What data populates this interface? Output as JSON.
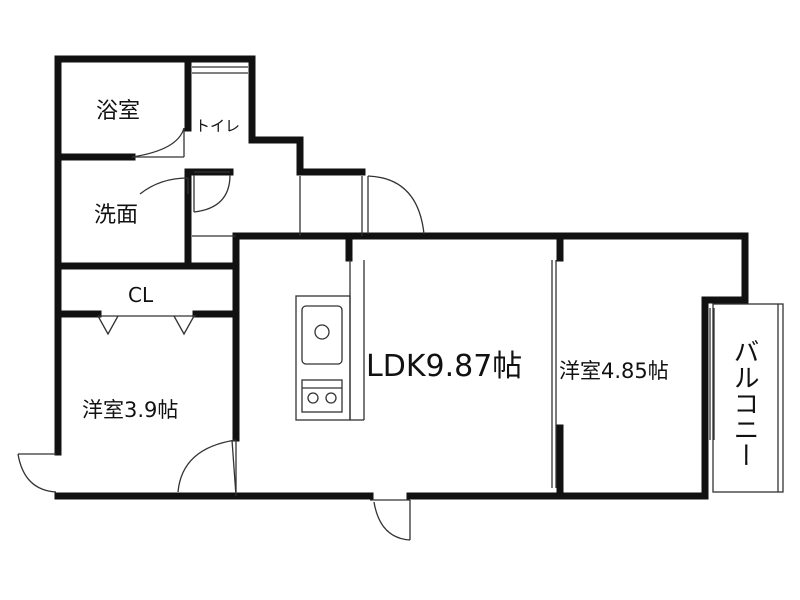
{
  "rooms": {
    "bath": "浴室",
    "toilet": "トイレ",
    "washroom": "洗面",
    "closet": "CL",
    "western_room_1": "洋室3.9帖",
    "ldk": "LDK9.87帖",
    "western_room_2": "洋室4.85帖",
    "balcony": "バルコニー"
  },
  "colors": {
    "wall": "#111111",
    "thin_line": "#333333",
    "background": "#ffffff"
  }
}
